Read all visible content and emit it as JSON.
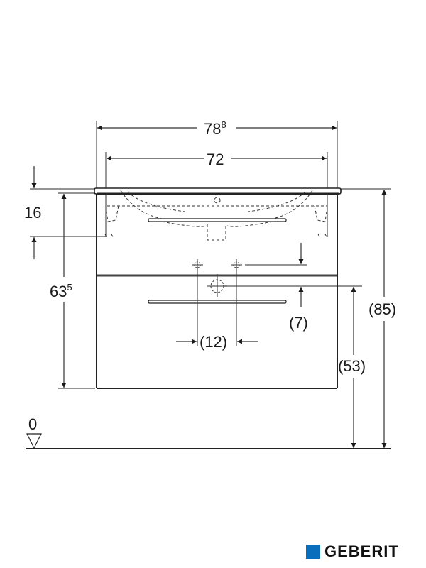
{
  "drawing": {
    "type": "technical dimension drawing",
    "subject": "Vanity unit with washbasin and two drawers, front elevation",
    "colors": {
      "line": "#222222",
      "dim_line": "#555555",
      "brand_blue": "#0a6ebd"
    }
  },
  "dimensions": {
    "overall_width": {
      "main": "78",
      "sup": "8"
    },
    "basin_width": {
      "main": "72"
    },
    "basin_height": {
      "main": "16"
    },
    "cabinet_height": {
      "main": "63",
      "sup": "5"
    },
    "valve_offset": "(7)",
    "valve_spacing": "(12)",
    "waste_height": "(53)",
    "total_height": "(85)",
    "floor_level": "0"
  },
  "brand": {
    "name": "GEBERIT"
  }
}
